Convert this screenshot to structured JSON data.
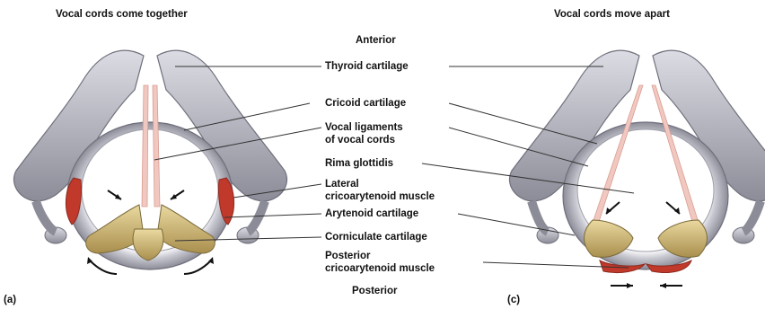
{
  "panels": [
    {
      "letter": "(a)",
      "title": "Vocal cords come together"
    },
    {
      "letter": "(c)",
      "title": "Vocal cords move apart"
    }
  ],
  "orientation": {
    "top": "Anterior",
    "bottom": "Posterior"
  },
  "labels": [
    {
      "id": "thyroid",
      "lines": [
        "Thyroid cartilage"
      ]
    },
    {
      "id": "cricoid",
      "lines": [
        "Cricoid cartilage"
      ]
    },
    {
      "id": "vocal-lig",
      "lines": [
        "Vocal ligaments",
        "of vocal cords"
      ]
    },
    {
      "id": "rima",
      "lines": [
        "Rima glottidis"
      ]
    },
    {
      "id": "lateral",
      "lines": [
        "Lateral",
        "cricoarytenoid muscle"
      ]
    },
    {
      "id": "arytenoid",
      "lines": [
        "Arytenoid cartilage"
      ]
    },
    {
      "id": "corniculate",
      "lines": [
        "Corniculate cartilage"
      ]
    },
    {
      "id": "posterior",
      "lines": [
        "Posterior",
        "cricoarytenoid muscle"
      ]
    }
  ],
  "colors": {
    "cartilage": "#9a9aa6",
    "cartilage_light": "#d2d2da",
    "arytenoid": "#c8b47a",
    "muscle": "#c0392b",
    "ligament": "#f1c8c0",
    "leader": "#333333"
  }
}
